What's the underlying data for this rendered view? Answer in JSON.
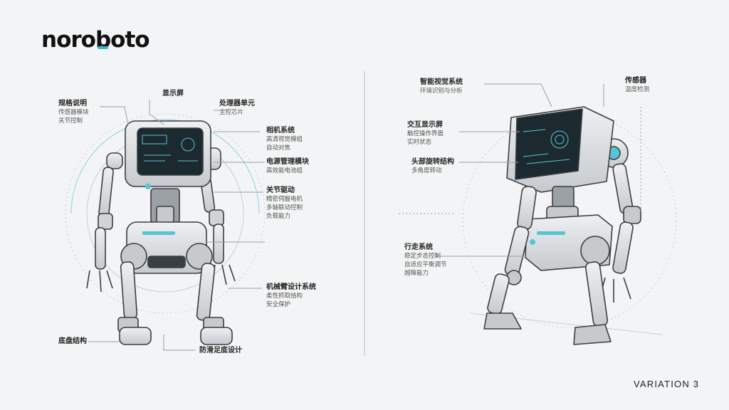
{
  "brand": {
    "logo_pre": "noro",
    "logo_accent": "b",
    "logo_post": "oto",
    "accent_color": "#39b8cc"
  },
  "footer": {
    "variation_label": "VARIATION 3"
  },
  "colors": {
    "line": "#9aa0a6",
    "robot_body": "#d9dcdf",
    "robot_dark": "#3a3f44",
    "screen": "#1c2a30",
    "glow": "#56c4d6"
  },
  "left_annotations": [
    {
      "title": "规格说明",
      "lines": [
        "传感器模块",
        "关节控制"
      ]
    },
    {
      "title": "显示屏",
      "lines": []
    },
    {
      "title": "处理器单元",
      "lines": [
        "主控芯片"
      ]
    },
    {
      "title": "相机系统",
      "lines": [
        "高清视觉模组",
        "自动对焦"
      ]
    },
    {
      "title": "电源管理模块",
      "lines": [
        "高效能电池组"
      ]
    },
    {
      "title": "关节驱动",
      "lines": [
        "精密伺服电机",
        "多轴联动控制",
        "负载能力"
      ]
    },
    {
      "title": "机械臂设计系统",
      "lines": [
        "柔性抓取结构",
        "安全保护"
      ]
    },
    {
      "title": "底盘结构",
      "lines": []
    },
    {
      "title": "防滑足底设计",
      "lines": []
    }
  ],
  "right_annotations": [
    {
      "title": "智能视觉系统",
      "lines": [
        "环境识别与分析"
      ]
    },
    {
      "title": "传感器",
      "lines": [
        "温度检测"
      ]
    },
    {
      "title": "交互显示屏",
      "lines": [
        "触控操作界面",
        "实时状态"
      ]
    },
    {
      "title": "头部旋转结构",
      "lines": [
        "多角度转动"
      ]
    },
    {
      "title": "行走系统",
      "lines": [
        "稳定步态控制",
        "自适应平衡调节",
        "越障能力"
      ]
    }
  ]
}
